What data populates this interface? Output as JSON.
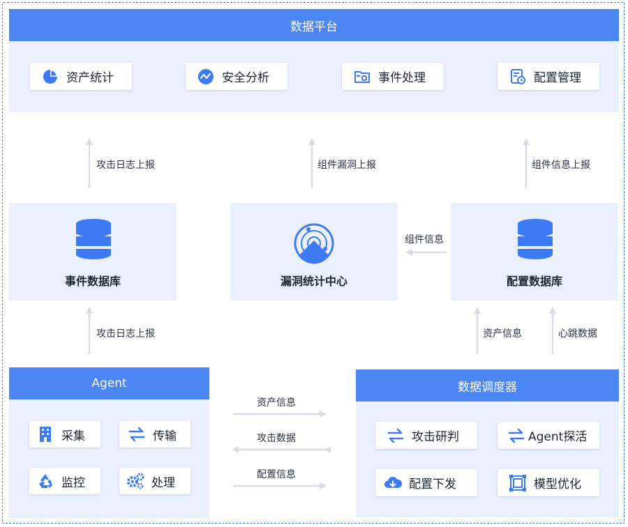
{
  "platform": {
    "title": "数据平台",
    "modules": [
      {
        "label": "资产统计",
        "icon": "pie-chart-icon"
      },
      {
        "label": "安全分析",
        "icon": "analysis-chart-icon"
      },
      {
        "label": "事件处理",
        "icon": "folder-gear-icon"
      },
      {
        "label": "配置管理",
        "icon": "config-clock-icon"
      }
    ]
  },
  "arrows": {
    "event_to_platform": "攻击日志上报",
    "vuln_to_platform": "组件漏洞上报",
    "config_to_platform": "组件信息上报",
    "config_to_vuln": "组件信息",
    "agent_to_event": "攻击日志上报",
    "scheduler_to_config_asset": "资产信息",
    "scheduler_to_config_heartbeat": "心跳数据",
    "agent_scheduler_1": "资产信息",
    "agent_scheduler_2": "攻击数据",
    "agent_scheduler_3": "配置信息"
  },
  "databases": {
    "event_db": "事件数据库",
    "vuln_center": "漏洞统计中心",
    "config_db": "配置数据库"
  },
  "agent": {
    "title": "Agent",
    "items": [
      {
        "label": "采集",
        "icon": "building-icon"
      },
      {
        "label": "传输",
        "icon": "transfer-arrows-icon"
      },
      {
        "label": "监控",
        "icon": "recycle-icon"
      },
      {
        "label": "处理",
        "icon": "gears-icon"
      }
    ]
  },
  "scheduler": {
    "title": "数据调度器",
    "items": [
      {
        "label": "攻击研判",
        "icon": "transfer-arrows-icon"
      },
      {
        "label": "Agent探活",
        "icon": "transfer-arrows-icon"
      },
      {
        "label": "配置下发",
        "icon": "cloud-download-icon"
      },
      {
        "label": "模型优化",
        "icon": "model-frame-icon"
      }
    ]
  },
  "colors": {
    "accent": "#4b86f4",
    "panel": "#eaf0fd",
    "border": "#3d7af5",
    "arrow": "#d8dce5"
  }
}
